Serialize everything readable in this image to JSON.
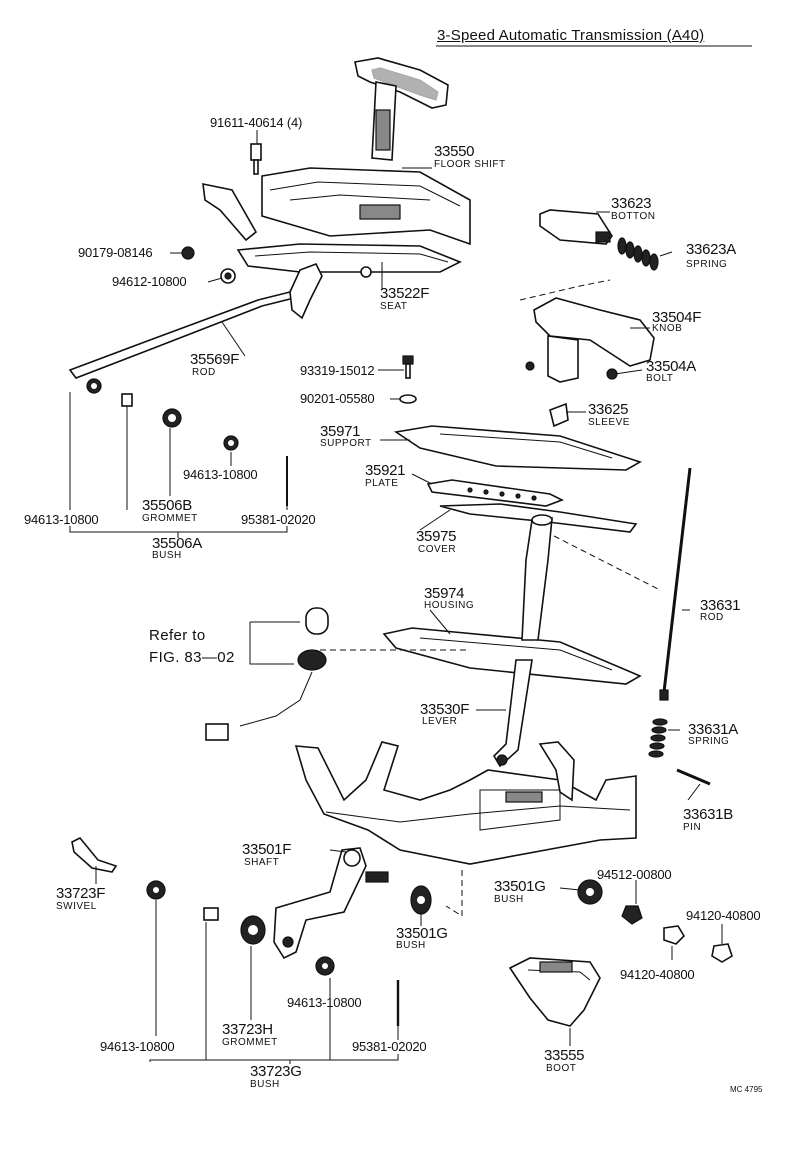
{
  "title": "3-Speed Automatic Transmission (A40)",
  "code": "MC 4795",
  "reference": {
    "line1": "Refer to",
    "line2": "FIG. 83—02"
  },
  "parts": {
    "p91611": {
      "num": "91611-40614 (4)"
    },
    "p33550": {
      "num": "33550",
      "name": "FLOOR SHIFT"
    },
    "p90179": {
      "num": "90179-08146"
    },
    "p94612": {
      "num": "94612-10800"
    },
    "p33522F": {
      "num": "33522F",
      "name": "SEAT"
    },
    "p35569F": {
      "num": "35569F",
      "name": "ROD"
    },
    "p33623": {
      "num": "33623",
      "name": "BOTTON"
    },
    "p33623A": {
      "num": "33623A",
      "name": "SPRING"
    },
    "p33504F": {
      "num": "33504F",
      "name": "KNOB"
    },
    "p33504A": {
      "num": "33504A",
      "name": "BOLT"
    },
    "p93319": {
      "num": "93319-15012"
    },
    "p90201": {
      "num": "90201-05580"
    },
    "p33625": {
      "num": "33625",
      "name": "SLEEVE"
    },
    "p35971": {
      "num": "35971",
      "name": "SUPPORT"
    },
    "p35921": {
      "num": "35921",
      "name": "PLATE"
    },
    "p35975": {
      "num": "35975",
      "name": "COVER"
    },
    "p94613a": {
      "num": "94613-10800"
    },
    "p94613b": {
      "num": "94613-10800"
    },
    "p35506B": {
      "num": "35506B",
      "name": "GROMMET"
    },
    "p95381a": {
      "num": "95381-02020"
    },
    "p35506A": {
      "num": "35506A",
      "name": "BUSH"
    },
    "p35974": {
      "num": "35974",
      "name": "HOUSING"
    },
    "p33631": {
      "num": "33631",
      "name": "ROD"
    },
    "p33530F": {
      "num": "33530F",
      "name": "LEVER"
    },
    "p33631A": {
      "num": "33631A",
      "name": "SPRING"
    },
    "p33631B": {
      "num": "33631B",
      "name": "PIN"
    },
    "p33501F": {
      "num": "33501F",
      "name": "SHAFT"
    },
    "p33723F": {
      "num": "33723F",
      "name": "SWIVEL"
    },
    "p94512": {
      "num": "94512-00800"
    },
    "p33501Ga": {
      "num": "33501G",
      "name": "BUSH"
    },
    "p33501Gb": {
      "num": "33501G",
      "name": "BUSH"
    },
    "p94120a": {
      "num": "94120-40800"
    },
    "p94120b": {
      "num": "94120-40800"
    },
    "p94613c": {
      "num": "94613-10800"
    },
    "p94613d": {
      "num": "94613-10800"
    },
    "p33723H": {
      "num": "33723H",
      "name": "GROMMET"
    },
    "p95381b": {
      "num": "95381-02020"
    },
    "p33723G": {
      "num": "33723G",
      "name": "BUSH"
    },
    "p33555": {
      "num": "33555",
      "name": "BOOT"
    }
  }
}
